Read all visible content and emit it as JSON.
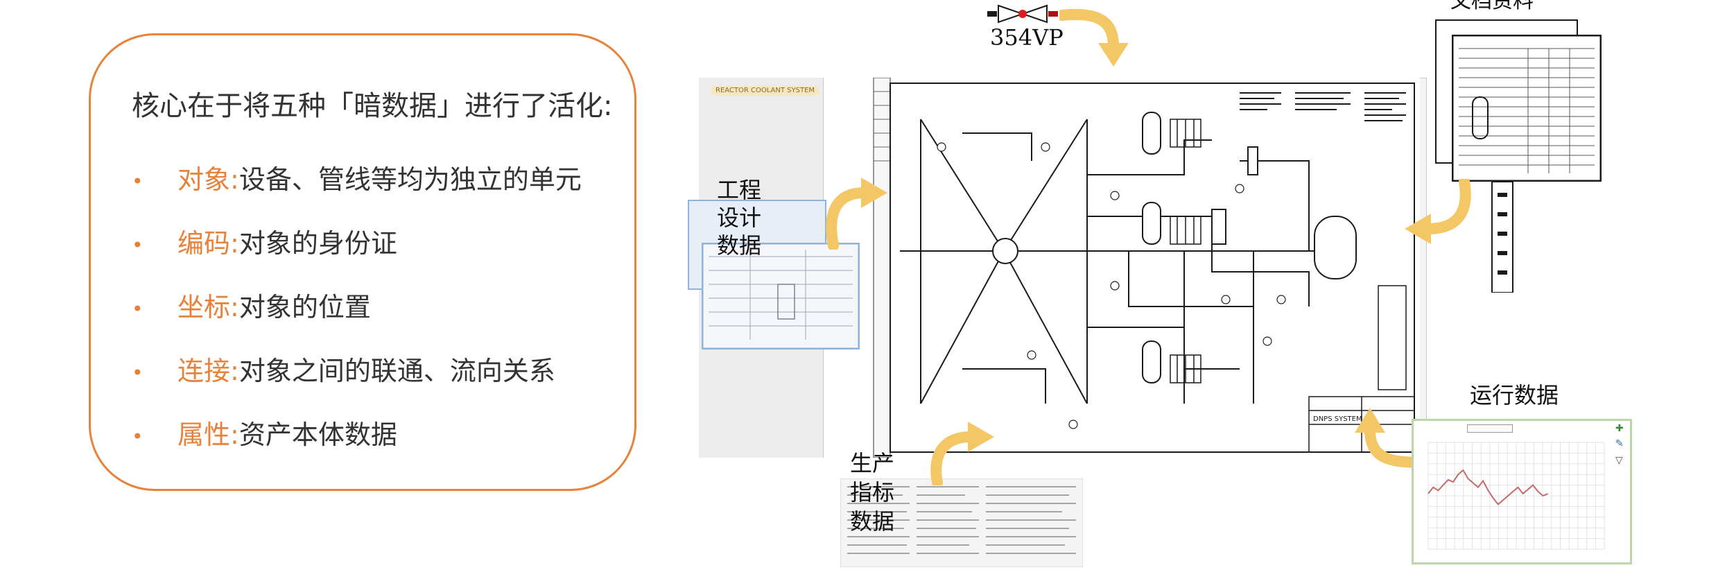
{
  "card": {
    "title": "核心在于将五种「暗数据」进行了活化:",
    "items": [
      {
        "term": "对象",
        "desc": "设备、管线等均为独立的单元"
      },
      {
        "term": "编码",
        "desc": "对象的身份证"
      },
      {
        "term": "坐标",
        "desc": "对象的位置"
      },
      {
        "term": "连接",
        "desc": "对象之间的联通、流向关系"
      },
      {
        "term": "属性",
        "desc": "资产本体数据"
      }
    ],
    "bullet": "•",
    "sep": ":"
  },
  "diagram": {
    "valve_label": "354VP",
    "doc_label": "文档资料",
    "eng_label": [
      "工程",
      "设计",
      "数据"
    ],
    "prod_label": [
      "生产",
      "指标",
      "数据"
    ],
    "run_label": "运行数据",
    "screen_header": "REACTOR COOLANT SYSTEM",
    "title_block": "DNPS SYSTEM"
  },
  "colors": {
    "accent": "#e8823a",
    "arrow": "#f3c766",
    "line": "#1a1a1a",
    "blue_box": "#8fb3d9",
    "chart_border": "#b9d8a6"
  },
  "chart_data": {
    "type": "line",
    "title": "",
    "xlabel": "",
    "ylabel": "",
    "x": [
      0,
      1,
      2,
      3,
      4,
      5,
      6,
      7,
      8,
      9,
      10,
      11,
      12,
      13,
      14,
      15,
      16,
      17,
      18,
      19,
      20,
      21,
      22,
      23,
      24
    ],
    "values": [
      52,
      58,
      55,
      60,
      65,
      63,
      70,
      74,
      66,
      62,
      58,
      64,
      55,
      48,
      42,
      46,
      50,
      54,
      58,
      52,
      56,
      60,
      54,
      50,
      52
    ],
    "ylim": [
      0,
      100
    ],
    "grid": true
  }
}
